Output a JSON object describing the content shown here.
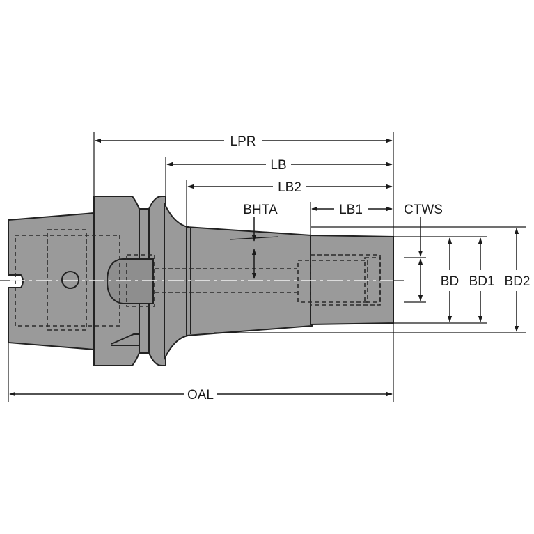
{
  "labels": {
    "lpr": "LPR",
    "lb": "LB",
    "lb2": "LB2",
    "lb1": "LB1",
    "bhta": "BHTA",
    "ctws": "CTWS",
    "bd": "BD",
    "bd1": "BD1",
    "bd2": "BD2",
    "oal": "OAL"
  },
  "colors": {
    "body": "#9a9a9a",
    "outline": "#222222",
    "background": "#ffffff"
  }
}
